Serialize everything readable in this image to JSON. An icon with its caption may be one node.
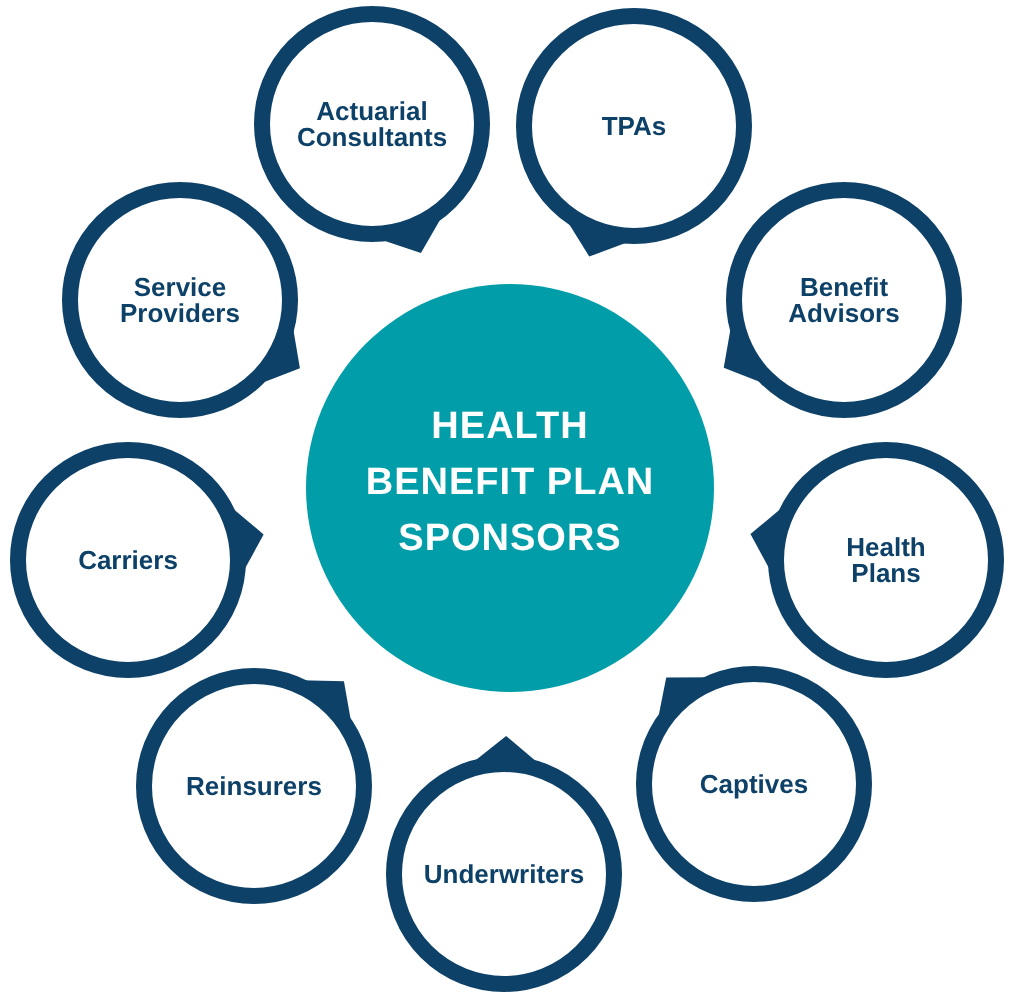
{
  "diagram": {
    "nodes": [
      {
        "text": [
          "Actuarial Consultants"
        ]
      },
      {
        "text": [
          "TPAs"
        ]
      },
      {
        "text": [
          "Service Providers"
        ]
      },
      {
        "text": [
          "Benefit Advisors"
        ]
      },
      {
        "text": [
          "HEALTH BENEFIT PLAN SPONSORS"
        ]
      },
      {
        "text": [
          "Carriers"
        ]
      },
      {
        "text": [
          "Health Plans"
        ]
      },
      {
        "text": [
          "Reinsurers"
        ]
      },
      {
        "text": [
          "Captives"
        ]
      },
      {
        "text": [
          "Underwriters"
        ]
      }
    ]
  }
}
